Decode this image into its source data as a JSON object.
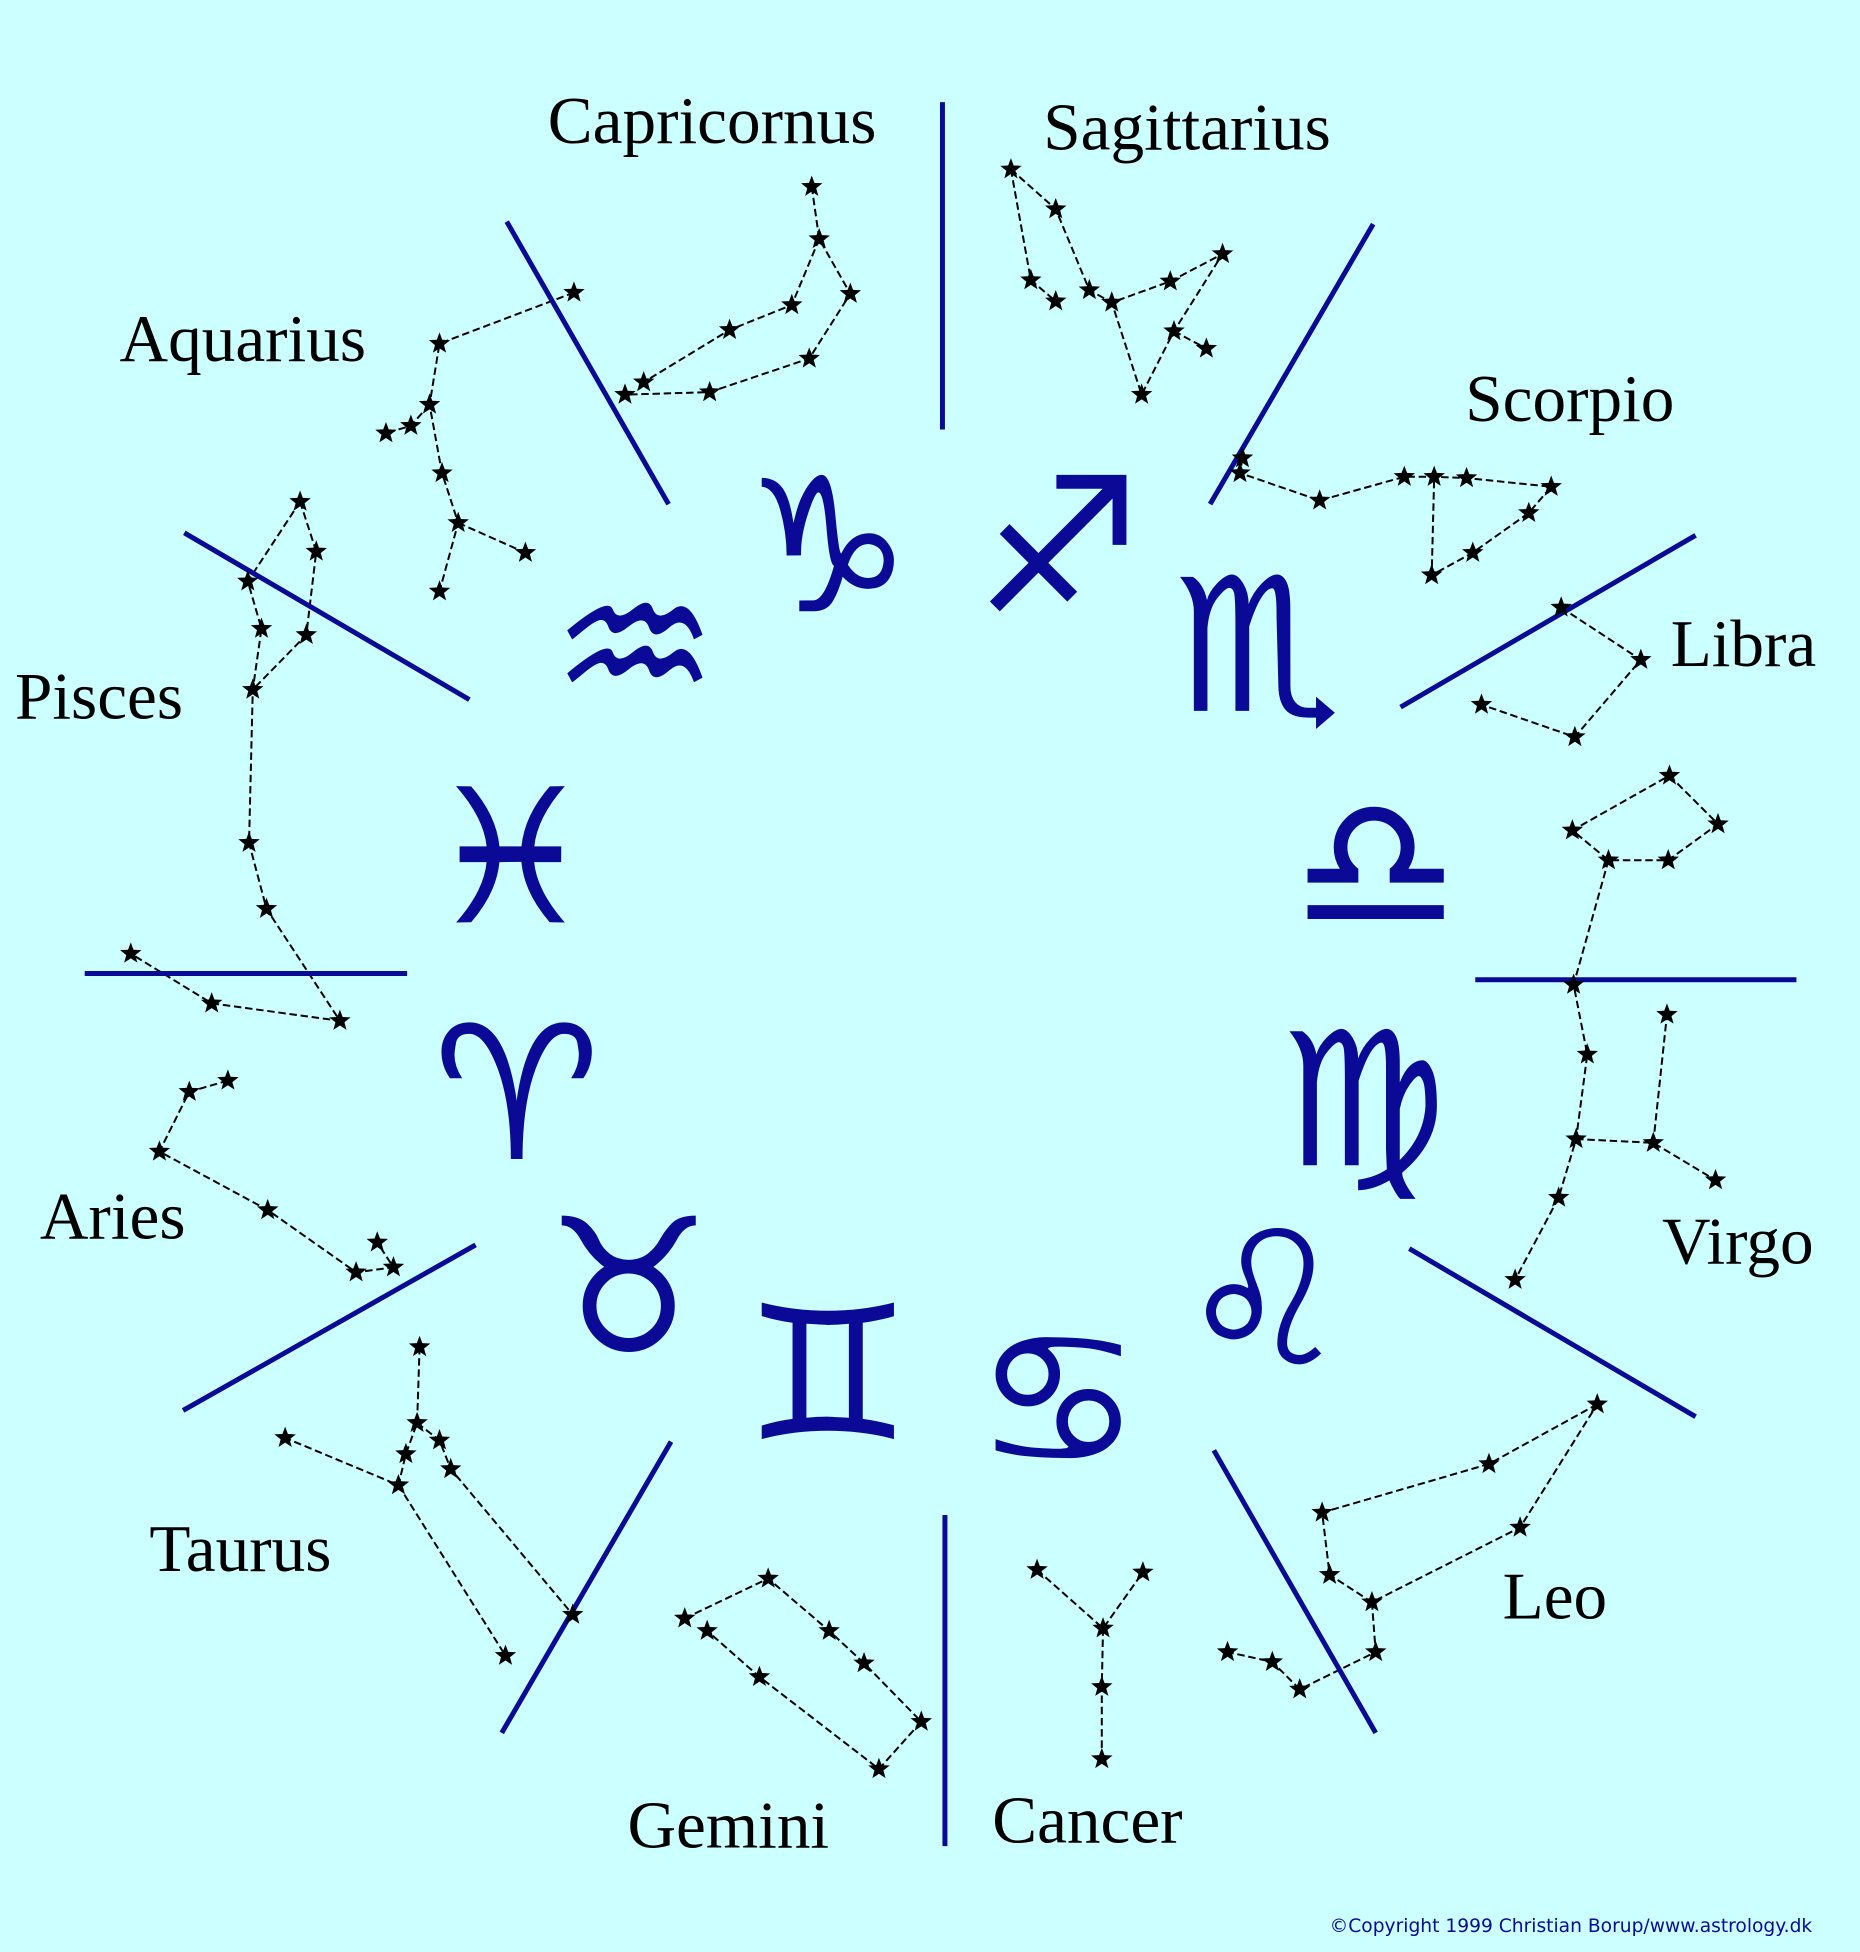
{
  "colors": {
    "background": "#ccffff",
    "accent": "#0a0a96",
    "stars": "#000000"
  },
  "constellations": {
    "capricornus": {
      "label": "Capricornus",
      "sign": "♑"
    },
    "sagittarius": {
      "label": "Sagittarius",
      "sign": "♐"
    },
    "scorpio": {
      "label": "Scorpio",
      "sign": "♏"
    },
    "libra": {
      "label": "Libra",
      "sign": "♎"
    },
    "virgo": {
      "label": "Virgo",
      "sign": "♍"
    },
    "leo": {
      "label": "Leo",
      "sign": "♌"
    },
    "cancer": {
      "label": "Cancer",
      "sign": "♋"
    },
    "gemini": {
      "label": "Gemini",
      "sign": "♊"
    },
    "taurus": {
      "label": "Taurus",
      "sign": "♉"
    },
    "aries": {
      "label": "Aries",
      "sign": "♈"
    },
    "pisces": {
      "label": "Pisces",
      "sign": "♓"
    },
    "aquarius": {
      "label": "Aquarius",
      "sign": "♒"
    }
  },
  "copyright": "©Copyright 1999 Christian Borup/www.astrology.dk"
}
